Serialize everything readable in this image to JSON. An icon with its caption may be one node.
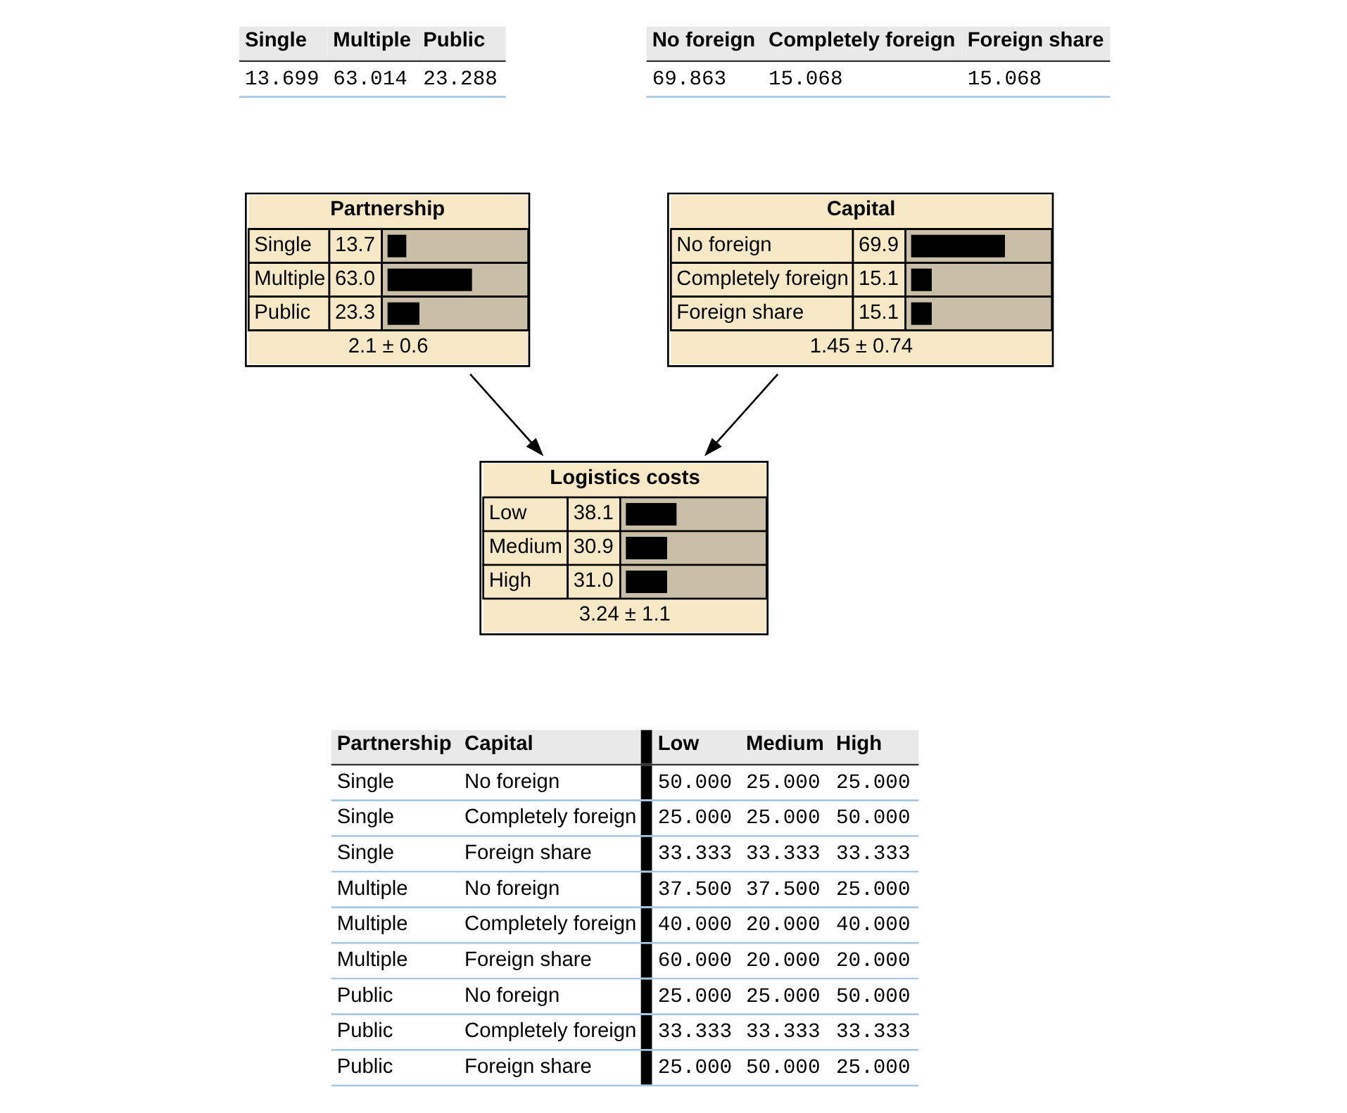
{
  "diagram": {
    "nodes": [
      {
        "text": [
          "Partnership",
          "Single",
          "13.7",
          "Multiple",
          "63.0",
          "Public",
          "23.3",
          "2.1 ± 0.6"
        ]
      },
      {
        "text": [
          "Capital",
          "No foreign",
          "69.9",
          "Completely foreign",
          "15.1",
          "Foreign share",
          "15.1",
          "1.45 ± 0.74"
        ]
      },
      {
        "text": [
          "Logistics costs",
          "Low",
          "38.1",
          "Medium",
          "30.9",
          "High",
          "31.0",
          "3.24 ± 1.1"
        ]
      }
    ],
    "edges": [
      {
        "from": 0,
        "to": 2,
        "arrow": "to"
      },
      {
        "from": 1,
        "to": 2,
        "arrow": "to"
      }
    ],
    "labels": [
      "Single",
      "Multiple",
      "Public",
      "13.699",
      "63.014",
      "23.288",
      "No foreign",
      "Completely foreign",
      "Foreign share",
      "69.863",
      "15.068",
      "15.068",
      "Partnership",
      "Capital",
      "Low",
      "Medium",
      "High",
      "Single",
      "No foreign",
      "50.000",
      "25.000",
      "25.000",
      "Single",
      "Completely foreign",
      "25.000",
      "25.000",
      "50.000",
      "Single",
      "Foreign share",
      "33.333",
      "33.333",
      "33.333",
      "Multiple",
      "No foreign",
      "37.500",
      "37.500",
      "25.000",
      "Multiple",
      "Completely foreign",
      "40.000",
      "20.000",
      "40.000",
      "Multiple",
      "Foreign share",
      "60.000",
      "20.000",
      "20.000",
      "Public",
      "No foreign",
      "25.000",
      "25.000",
      "50.000",
      "Public",
      "Completely foreign",
      "33.333",
      "33.333",
      "33.333",
      "Public",
      "Foreign share",
      "25.000",
      "50.000",
      "25.000"
    ]
  }
}
